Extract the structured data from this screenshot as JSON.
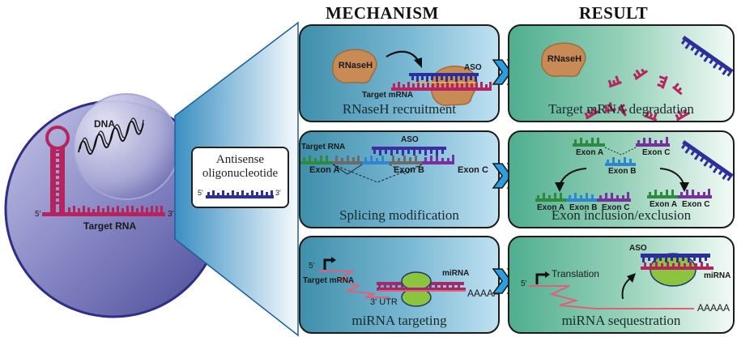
{
  "headers": {
    "mechanism": "MECHANISM",
    "result": "RESULT"
  },
  "cell": {
    "dna_label": "DNA",
    "target_rna_label": "Target RNA",
    "five_prime": "5'",
    "three_prime": "3'"
  },
  "aso_box": {
    "title_line1": "Antisense",
    "title_line2": "oligonucleotide",
    "five_prime": "5'",
    "three_prime": "3'"
  },
  "rows": [
    {
      "mechanism": {
        "caption": "RNaseH recruitment",
        "enzyme": "RNaseH",
        "aso_label": "ASO",
        "target_label": "Target mRNA"
      },
      "result": {
        "caption": "Target mRNA degradation",
        "enzyme": "RNaseH"
      }
    },
    {
      "mechanism": {
        "caption": "Splicing modification",
        "target_label": "Target RNA",
        "aso_label": "ASO",
        "exons": [
          "Exon A",
          "Exon B",
          "Exon C"
        ]
      },
      "result": {
        "caption": "Exon inclusion/exclusion",
        "top_exons": [
          "Exon A",
          "Exon B",
          "Exon C"
        ],
        "inclusion": [
          "Exon A",
          "Exon B",
          "Exon C"
        ],
        "exclusion": [
          "Exon A",
          "Exon C"
        ]
      }
    },
    {
      "mechanism": {
        "caption": "miRNA targeting",
        "five_prime": "5'",
        "target_label": "Target mRNA",
        "utr_label": "3' UTR",
        "mirna_label": "miRNA",
        "polya": "AAAAA"
      },
      "result": {
        "caption": "miRNA sequestration",
        "five_prime": "5'",
        "translation_label": "Translation",
        "aso_label": "ASO",
        "mirna_label": "miRNA",
        "polya": "AAAAA"
      }
    }
  ],
  "colors": {
    "rna": "#b5245f",
    "aso": "#2d2e9a",
    "enzyme": "#c98b55",
    "mirna_protein": "#8cc43f",
    "exon_a": "#2e8a3e",
    "exon_b": "#2f86d0",
    "exon_c": "#7a2f9e",
    "intron": "#6b6b6b",
    "arrow": "#2a9ee0"
  }
}
